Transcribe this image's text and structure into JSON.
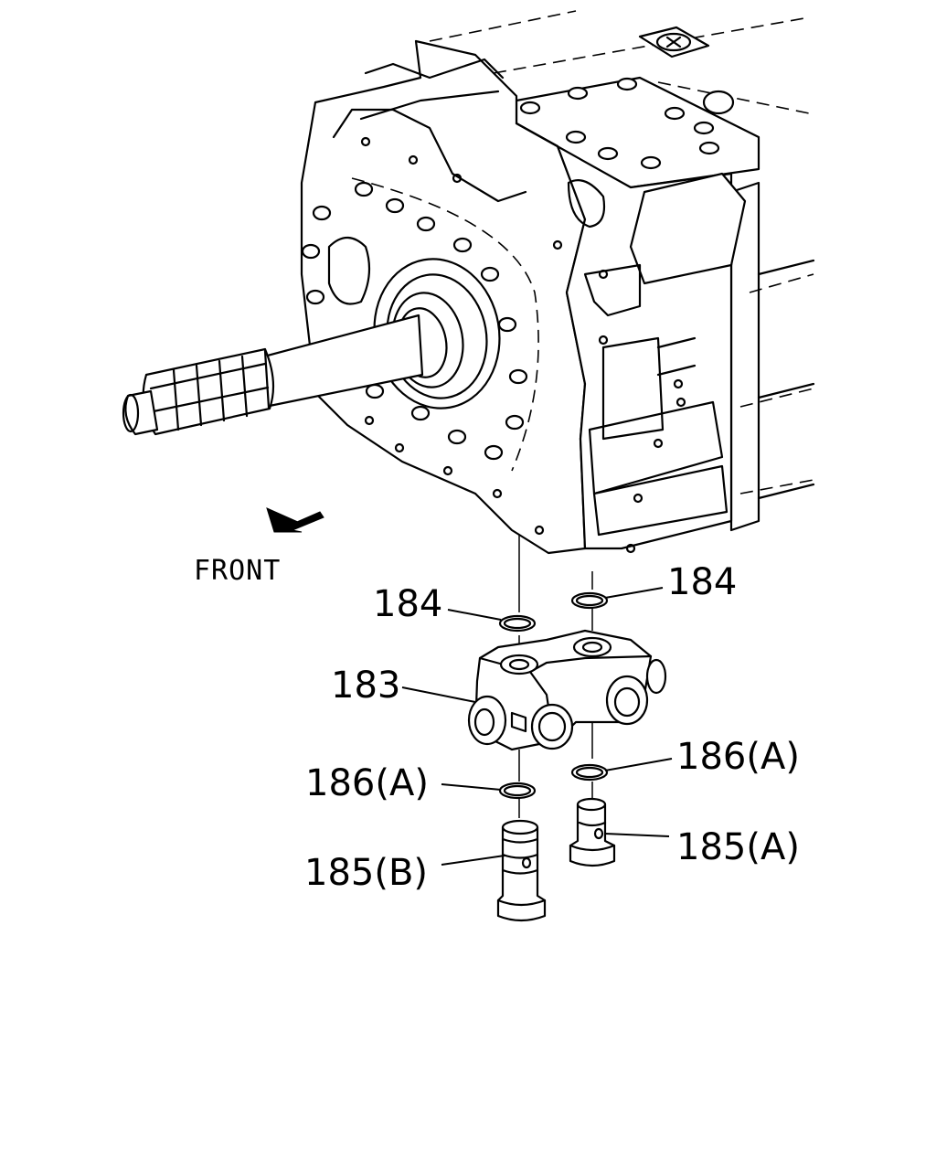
{
  "orientation": {
    "label": "FRONT",
    "icon": "front-arrow-icon"
  },
  "callouts": {
    "c184_left": "184",
    "c184_right": "184",
    "c183": "183",
    "c186a_left": "186(A)",
    "c186a_right": "186(A)",
    "c185b": "185(B)",
    "c185a": "185(A)"
  },
  "colors": {
    "line": "#000000",
    "background": "#ffffff"
  }
}
